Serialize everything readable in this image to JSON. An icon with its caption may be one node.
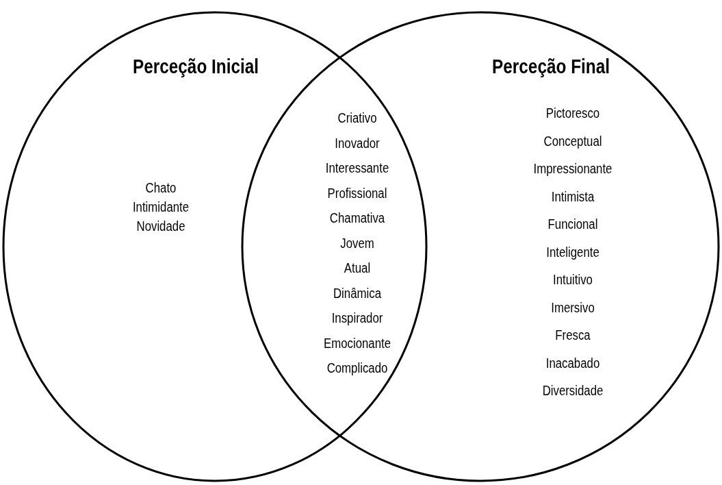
{
  "diagram": {
    "nodes": [
      {
        "text": [
          "Perceção Inicial",
          "Chato",
          "Intimidante",
          "Novidade"
        ]
      },
      {
        "text": [
          "Perceção Final",
          "Pictoresco",
          "Conceptual",
          "Impressionante",
          "Intimista",
          "Funcional",
          "Inteligente",
          "Intuitivo",
          "Imersivo",
          "Fresca",
          "Inacabado",
          "Diversidade"
        ]
      }
    ],
    "edges": [],
    "labels": [
      "Criativo",
      "Inovador",
      "Interessante",
      "Profissional",
      "Chamativa",
      "Jovem",
      "Atual",
      "Dinâmica",
      "Inspirador",
      "Emocionante",
      "Complicado"
    ]
  }
}
